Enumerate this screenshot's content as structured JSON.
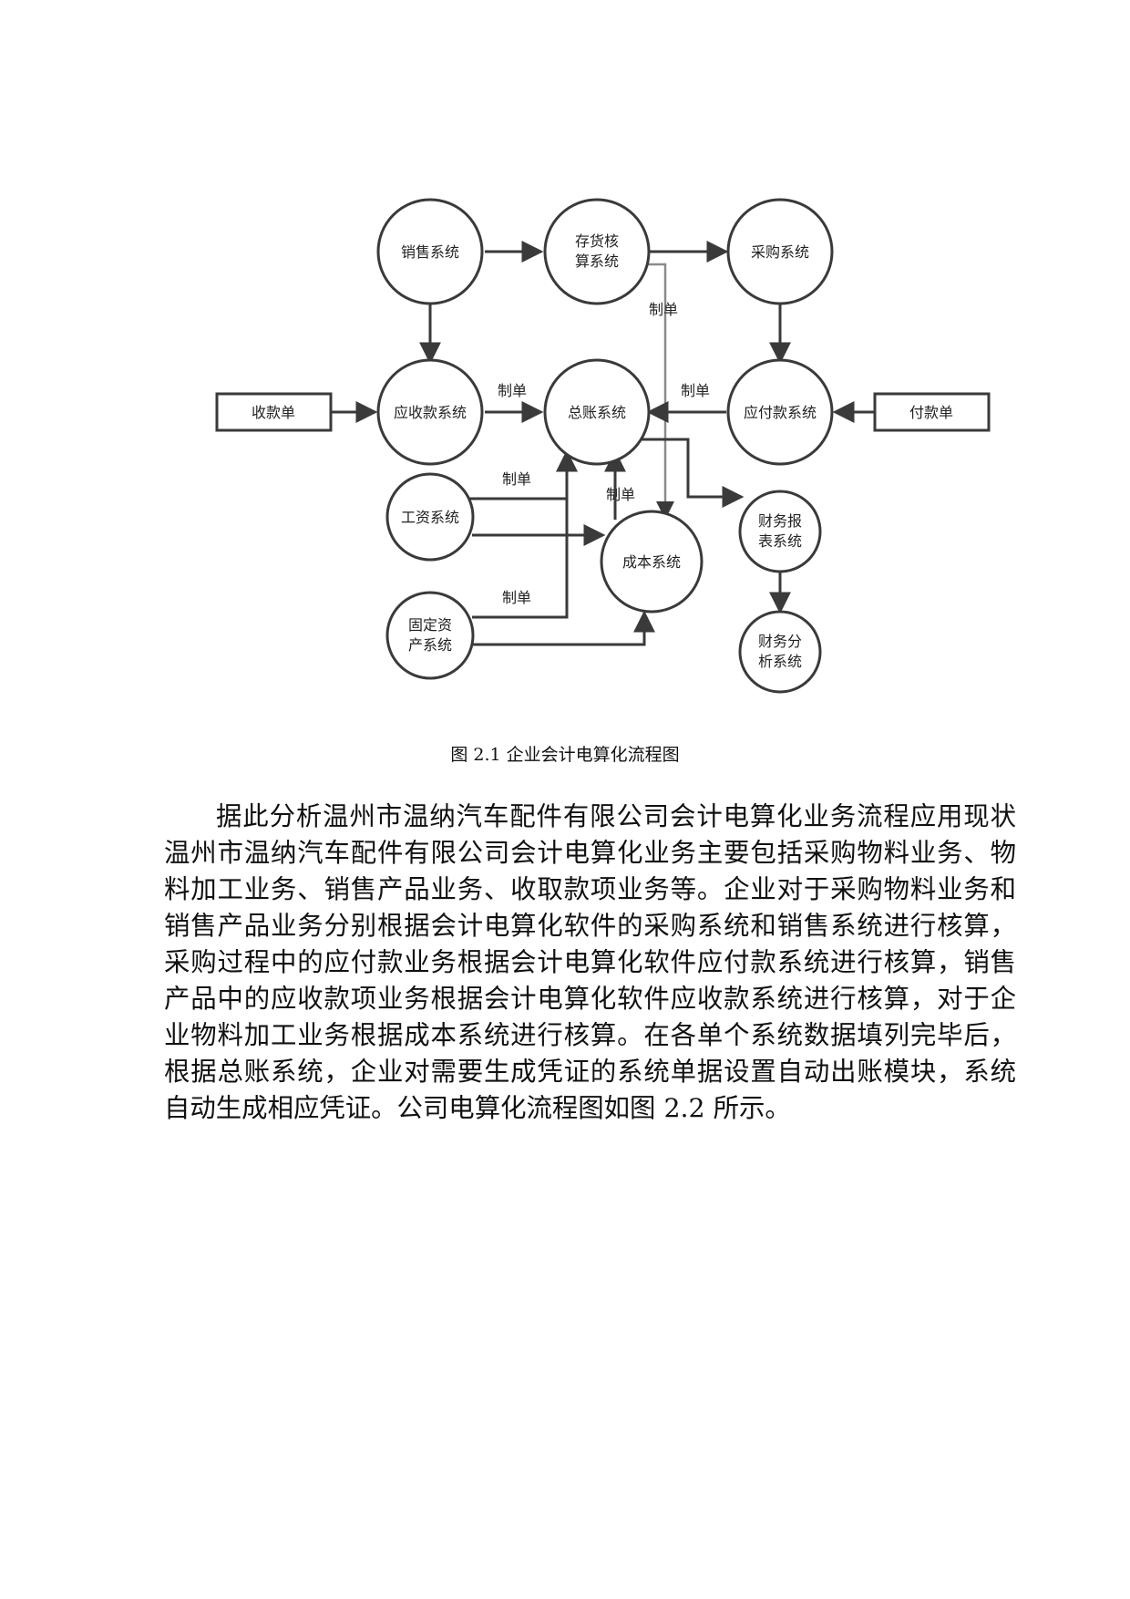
{
  "diagram": {
    "nodes": {
      "sales": [
        "销售系统"
      ],
      "inventory": [
        "存货核",
        "算系统"
      ],
      "purchase": [
        "采购系统"
      ],
      "receivable": [
        "应收款系统"
      ],
      "ledger": [
        "总账系统"
      ],
      "payable": [
        "应付款系统"
      ],
      "receipt": [
        "收款单"
      ],
      "payment": [
        "付款单"
      ],
      "payroll": [
        "工资系统"
      ],
      "cost": [
        "成本系统"
      ],
      "report": [
        "财务报",
        "表系统"
      ],
      "fixed_assets": [
        "固定资",
        "产系统"
      ],
      "analysis": [
        "财务分",
        "析系统"
      ]
    },
    "edge_label": "制单"
  },
  "caption": "图 2.1 企业会计电算化流程图",
  "paragraph": "据此分析温州市温纳汽车配件有限公司会计电算化业务流程应用现状温州市温纳汽车配件有限公司会计电算化业务主要包括采购物料业务、物料加工业务、销售产品业务、收取款项业务等。企业对于采购物料业务和销售产品业务分别根据会计电算化软件的采购系统和销售系统进行核算，采购过程中的应付款业务根据会计电算化软件应付款系统进行核算，销售产品中的应收款项业务根据会计电算化软件应收款系统进行核算，对于企业物料加工业务根据成本系统进行核算。在各单个系统数据填列完毕后，根据总账系统，企业对需要生成凭证的系统单据设置自动出账模块，系统自动生成相应凭证。公司电算化流程图如图 2.2 所示。"
}
